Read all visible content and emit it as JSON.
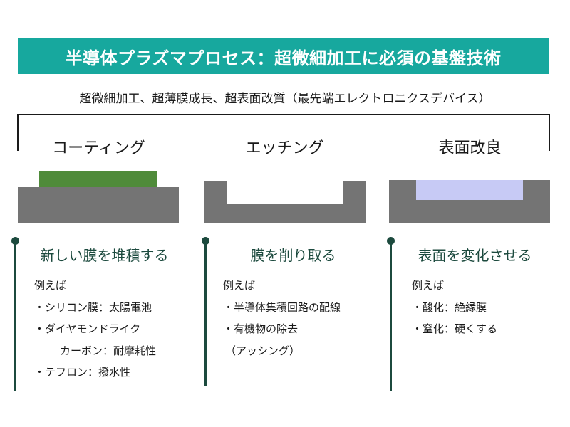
{
  "title": "半導体プラズマプロセス：超微細加工に必須の基盤技術",
  "subtitle": "超微細加工、超薄膜成長、超表面改質（最先端エレクトロニクスデバイス）",
  "colors": {
    "title_bg": "#17a89e",
    "substrate": "#747474",
    "coating": "#4f8b3a",
    "modified_layer": "#c7caf5",
    "accent_line": "#1c4a3e"
  },
  "columns": [
    {
      "title": "コーティング",
      "heading": "新しい膜を堆積する",
      "examples_label": "例えば",
      "items": [
        "・シリコン膜：太陽電池",
        "・ダイヤモンドライク",
        "カーボン：耐摩耗性",
        "・テフロン：撥水性"
      ]
    },
    {
      "title": "エッチング",
      "heading": "膜を削り取る",
      "examples_label": "例えば",
      "items": [
        "・半導体集積回路の配線",
        "・有機物の除去",
        "（アッシング）"
      ]
    },
    {
      "title": "表面改良",
      "heading": "表面を変化させる",
      "examples_label": "例えば",
      "items": [
        "・酸化：絶縁膜",
        "・窒化：硬くする"
      ]
    }
  ]
}
